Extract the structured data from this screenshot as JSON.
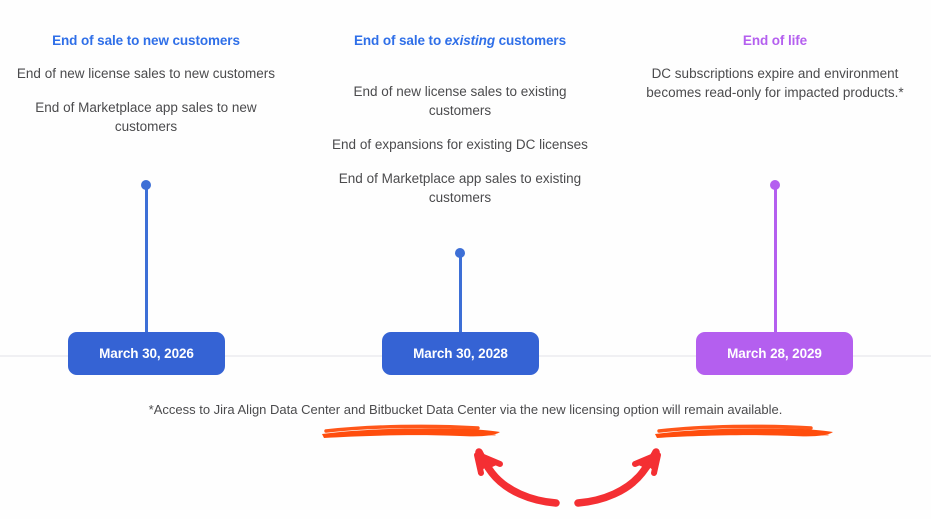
{
  "timeline": {
    "axis_color": "#f0f0f3",
    "columns": [
      {
        "id": "end-of-sale-new-customers",
        "heading_prefix": "End of sale to new customers",
        "heading_emphasis": "",
        "heading_suffix": "",
        "heading_color": "#2f6fe8",
        "body": [
          "End of new license sales to new customers",
          "End of Marketplace app sales to new customers"
        ],
        "date": "March 30, 2026",
        "badge_color": "#3563d4",
        "marker_color": "#3d6fd6"
      },
      {
        "id": "end-of-sale-existing-customers",
        "heading_prefix": "End of sale to ",
        "heading_emphasis": "existing",
        "heading_suffix": " customers",
        "heading_color": "#2f6fe8",
        "body": [
          "End of new license sales to existing customers",
          "End of expansions for existing DC licenses",
          "End of Marketplace app sales to existing customers"
        ],
        "date": "March 30, 2028",
        "badge_color": "#3563d4",
        "marker_color": "#3d6fd6"
      },
      {
        "id": "end-of-life",
        "heading_prefix": "End of life",
        "heading_emphasis": "",
        "heading_suffix": "",
        "heading_color": "#b45fef",
        "body": [
          "DC subscriptions expire and environment becomes read-only for impacted products.*"
        ],
        "date": "March 28, 2029",
        "badge_color": "#b45fef",
        "marker_color": "#b45fef"
      }
    ]
  },
  "footnote": {
    "text": "*Access to Jira Align Data Center and Bitbucket Data Center via the new licensing option will remain available."
  },
  "annotations": {
    "highlight_color": "#ff4d0d",
    "arrow_color": "#f42f33",
    "strokes": [
      {
        "name": "left-underline-stroke"
      },
      {
        "name": "right-underline-stroke"
      }
    ],
    "arrows": [
      {
        "name": "left-curved-arrow"
      },
      {
        "name": "right-curved-arrow"
      }
    ]
  }
}
